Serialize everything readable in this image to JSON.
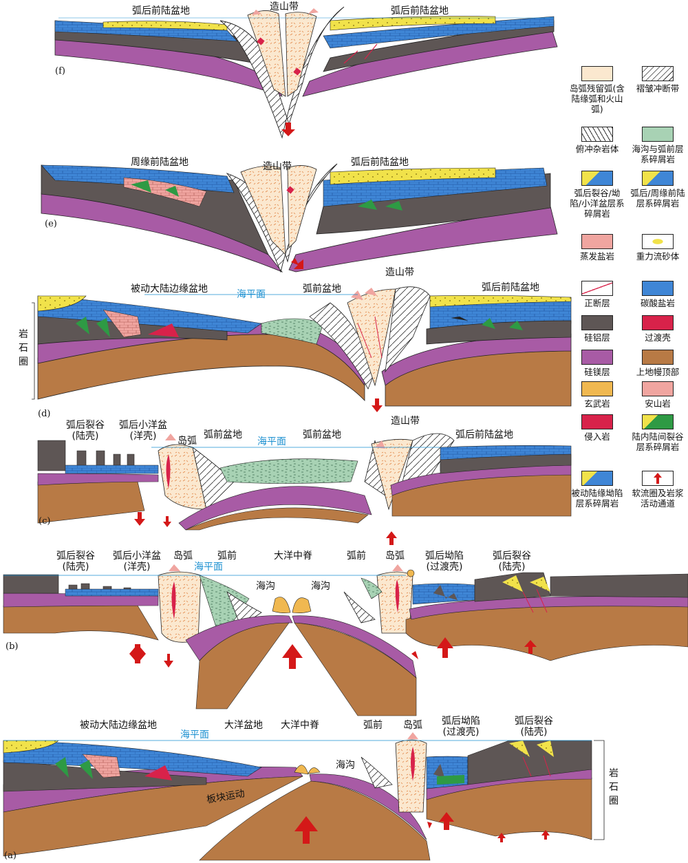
{
  "colors": {
    "mantle": "#b87a45",
    "sima": "#a85ba5",
    "sial": "#5e5655",
    "carbonate": "#3f86d6",
    "yellow": "#f1e24a",
    "trench_clastics": "#a8d2b4",
    "green": "#2e9a44",
    "arc": "#fbe8cf",
    "pink": "#f0a5a0",
    "red": "#d8224a",
    "basalt": "#f0b850",
    "arrow": "#d41818",
    "sea": "#1a8fd0"
  },
  "panels": {
    "f": {
      "id": "(f)",
      "left": "弧后前陆盆地",
      "center": "造山带",
      "right": "弧后前陆盆地"
    },
    "e": {
      "id": "(e)",
      "left": "周缘前陆盆地",
      "center": "造山带",
      "right": "弧后前陆盆地"
    },
    "d": {
      "id": "(d)",
      "left": "被动大陆边缘盆地",
      "sea": "海平面",
      "forearc": "弧前盆地",
      "orogen": "造山带",
      "right": "弧后前陆盆地",
      "side": [
        "岩",
        "石",
        "圈"
      ]
    },
    "c": {
      "id": "(c)",
      "rift": "弧后裂谷",
      "rift_sub": "(陆壳)",
      "ocean": "弧后小洋盆",
      "ocean_sub": "(洋壳)",
      "arc": "岛弧",
      "forearc1": "弧前盆地",
      "sea": "海平面",
      "forearc2": "弧前盆地",
      "orogen": "造山带",
      "right": "弧后前陆盆地"
    },
    "b": {
      "id": "(b)",
      "rift": "弧后裂谷",
      "rift_sub": "(陆壳)",
      "ocean": "弧后小洋盆",
      "ocean_sub": "(洋壳)",
      "arc1": "岛弧",
      "sea": "海平面",
      "fore1": "弧前",
      "ridge": "大洋中脊",
      "trench1": "海沟",
      "trench2": "海沟",
      "fore2": "弧前",
      "arc2": "岛弧",
      "depr": "弧后坳陷",
      "depr_sub": "(过渡壳)",
      "rift2": "弧后裂谷",
      "rift2_sub": "(陆壳)"
    },
    "a": {
      "id": "(a)",
      "left": "被动大陆边缘盆地",
      "sea": "海平面",
      "ocean": "大洋盆地",
      "ridge": "大洋中脊",
      "fore": "弧前",
      "arc": "岛弧",
      "trench": "海沟",
      "depr": "弧后坳陷",
      "depr_sub": "(过渡壳)",
      "rift": "弧后裂谷",
      "rift_sub": "(陆壳)",
      "plate": "板块运动",
      "side": [
        "岩",
        "石",
        "圈"
      ]
    }
  },
  "legend": [
    {
      "icon": "arc-remnant",
      "label": "岛弧残留弧(含陆缘弧和火山弧)"
    },
    {
      "icon": "fold-thrust",
      "label": "褶皱冲断带"
    },
    {
      "icon": "melange",
      "label": "俯冲杂岩体"
    },
    {
      "icon": "trench-forearc",
      "label": "海沟与弧前层系碎屑岩"
    },
    {
      "icon": "backarc-rift",
      "label": "弧后裂谷/坳陷/小洋盆层系碎屑岩"
    },
    {
      "icon": "foreland",
      "label": "弧后/周缘前陆层系碎屑岩"
    },
    {
      "icon": "evaporite",
      "label": "蒸发盐岩"
    },
    {
      "icon": "gravity-flow",
      "label": "重力流砂体"
    },
    {
      "icon": "normal-fault",
      "label": "正断层"
    },
    {
      "icon": "carbonate",
      "label": "碳酸盐岩"
    },
    {
      "icon": "sial",
      "label": "硅铝层"
    },
    {
      "icon": "transition-crust",
      "label": "过渡壳"
    },
    {
      "icon": "sima",
      "label": "硅镁层"
    },
    {
      "icon": "upper-mantle",
      "label": "上地幔顶部"
    },
    {
      "icon": "basalt",
      "label": "玄武岩"
    },
    {
      "icon": "andesite",
      "label": "安山岩"
    },
    {
      "icon": "intrusive",
      "label": "侵入岩"
    },
    {
      "icon": "intracontinental-rift",
      "label": "陆内陆间裂谷层系碎屑岩"
    },
    {
      "icon": "passive-margin",
      "label": "被动陆缘坳陷层系碎屑岩"
    },
    {
      "icon": "magma-channel",
      "label": "软流圈及岩浆活动通道"
    }
  ]
}
